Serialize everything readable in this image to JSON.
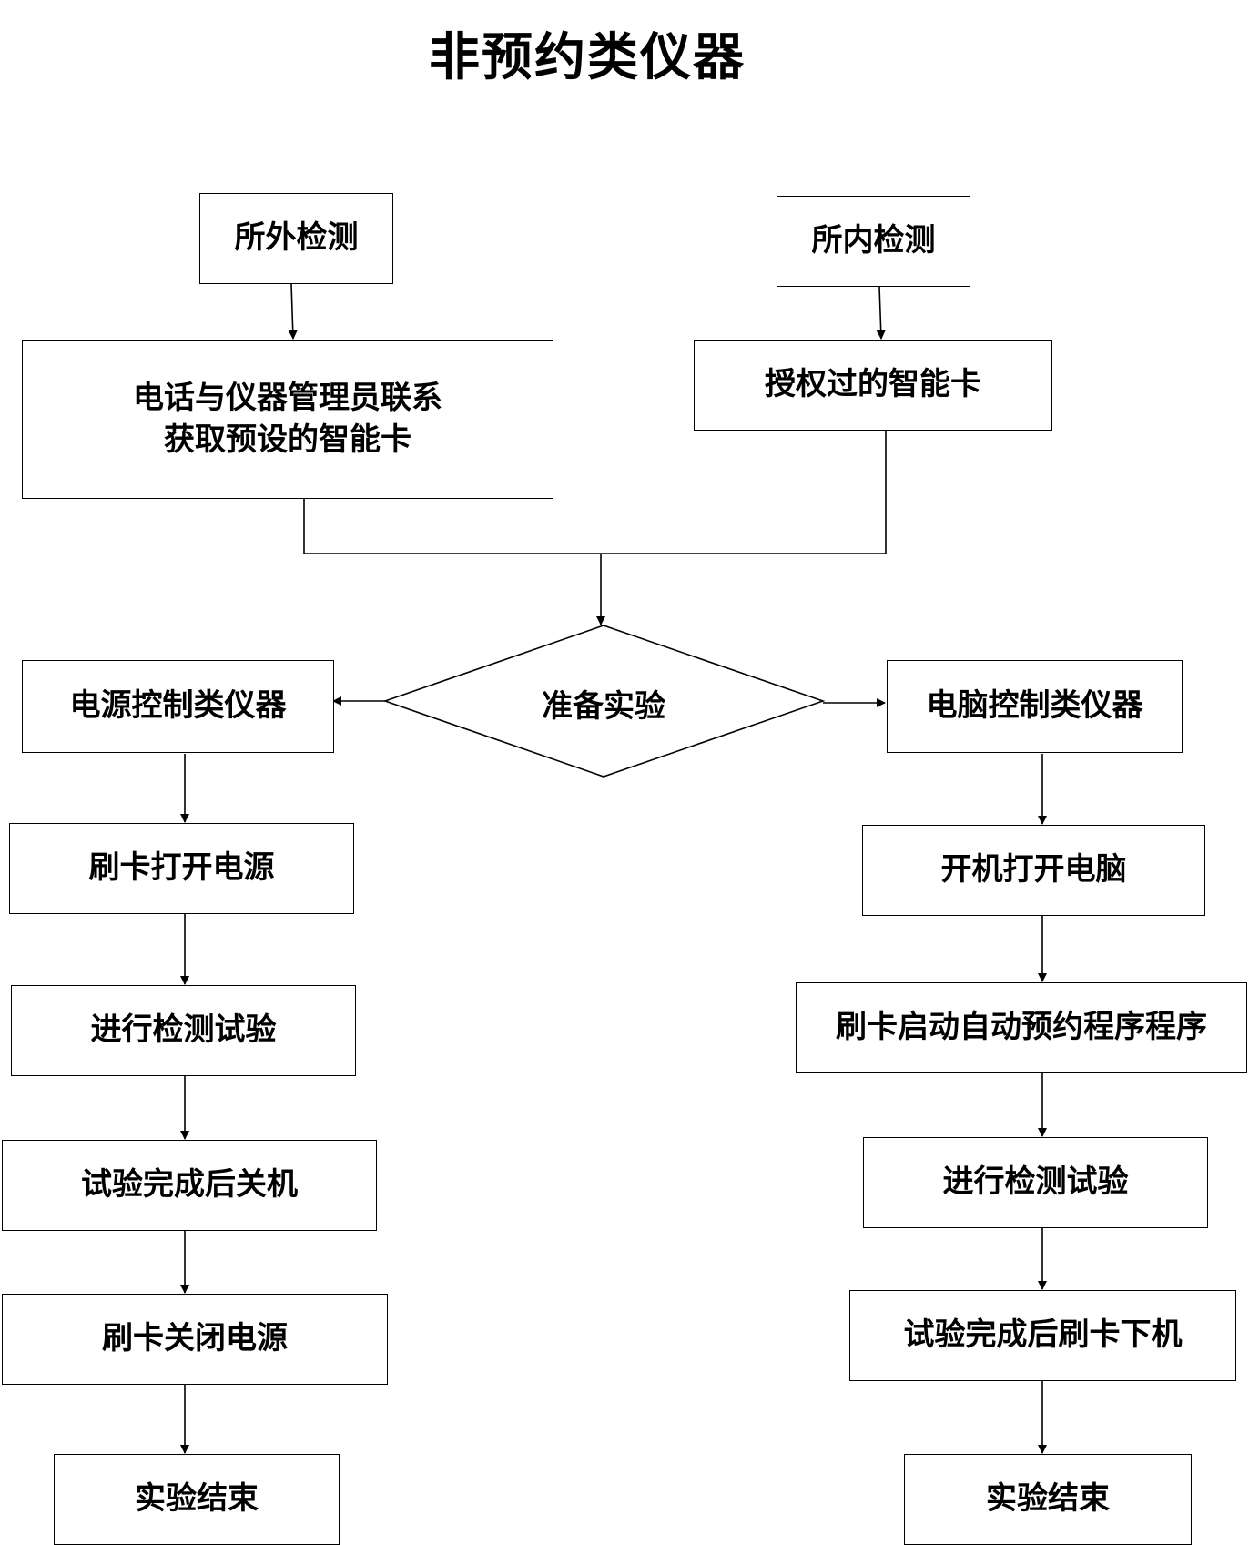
{
  "title": "非预约类仪器",
  "nodes": {
    "outside": "所外检测",
    "inside": "所内检测",
    "phone_contact_line1": "电话与仪器管理员联系",
    "phone_contact_line2": "获取预设的智能卡",
    "authorized_card": "授权过的智能卡",
    "prepare": "准备实验",
    "power_controlled": "电源控制类仪器",
    "pc_controlled": "电脑控制类仪器",
    "left_steps": [
      "刷卡打开电源",
      "进行检测试验",
      "试验完成后关机",
      "刷卡关闭电源",
      "实验结束"
    ],
    "right_steps": [
      "开机打开电脑",
      "刷卡启动自动预约程序程序",
      "进行检测试验",
      "试验完成后刷卡下机",
      "实验结束"
    ]
  }
}
